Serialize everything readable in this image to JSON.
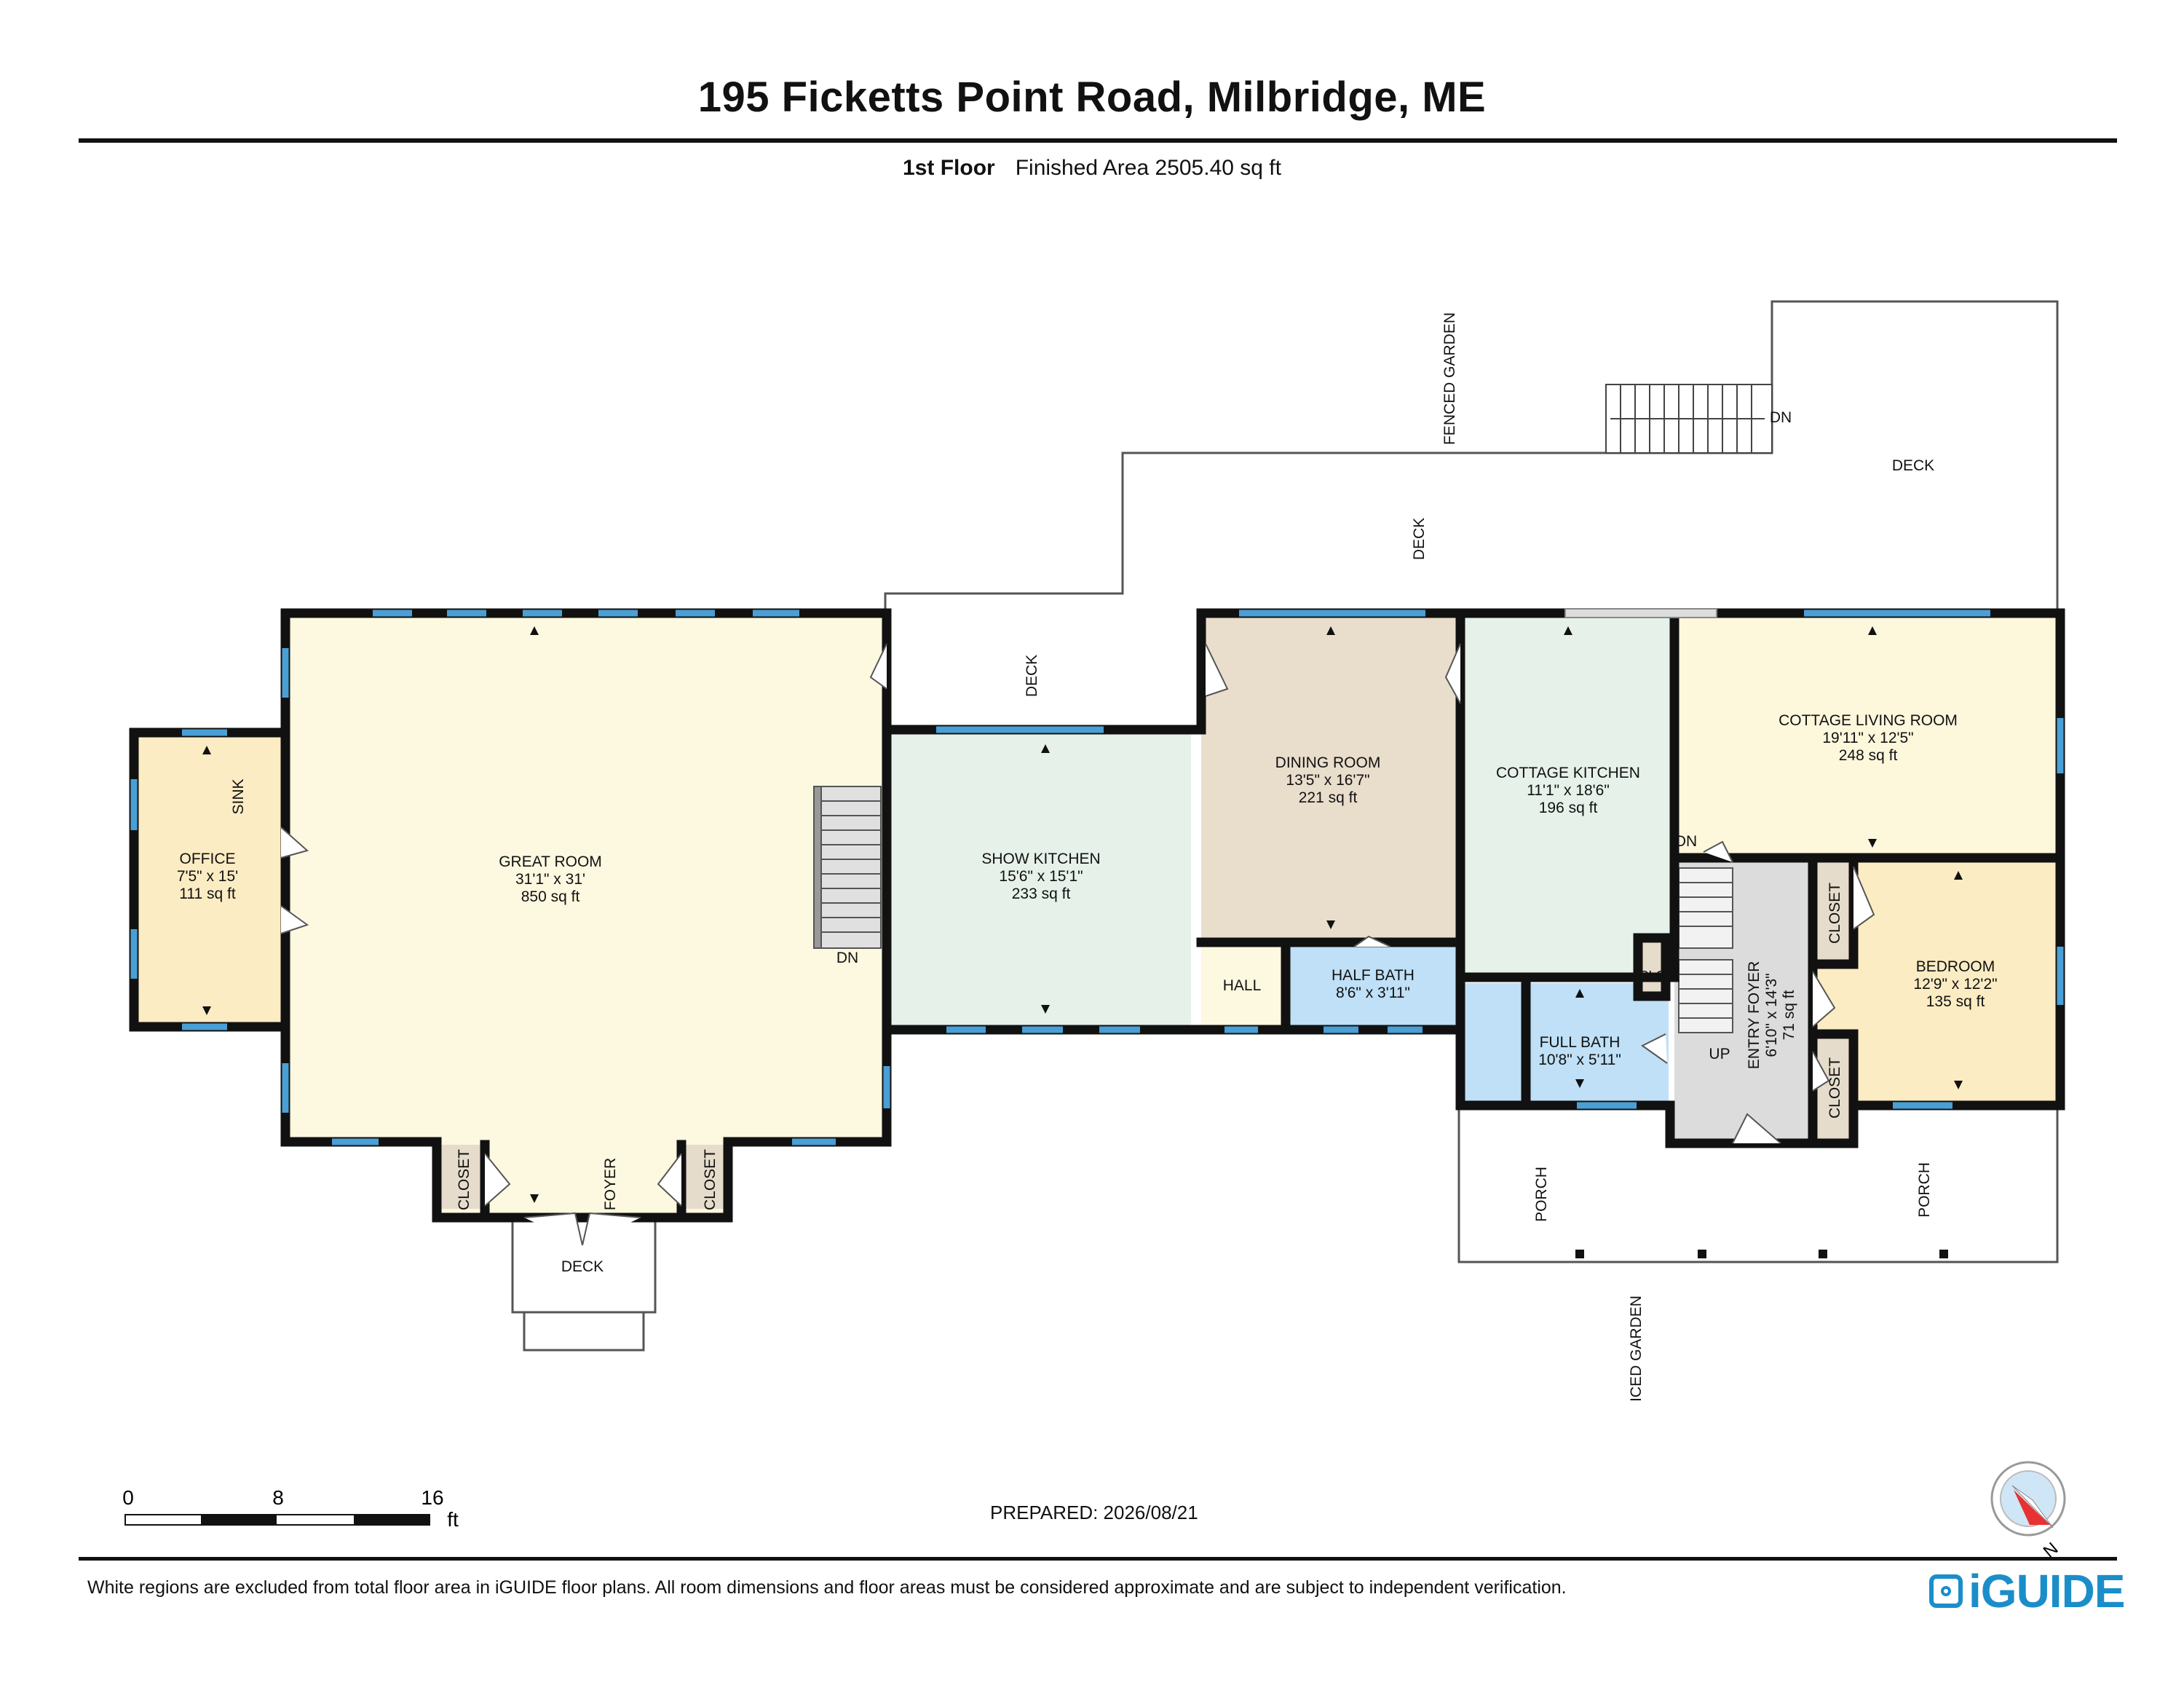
{
  "header": {
    "title": "195 Ficketts Point Road, Milbridge, ME",
    "floor": "1st Floor",
    "area": "Finished Area 2505.40 sq ft"
  },
  "rooms": {
    "office": {
      "name": "OFFICE",
      "dims": "7'5\" x 15'",
      "area": "111 sq ft"
    },
    "great_room": {
      "name": "GREAT ROOM",
      "dims": "31'1\" x 31'",
      "area": "850 sq ft"
    },
    "show_kitchen": {
      "name": "SHOW KITCHEN",
      "dims": "15'6\" x 15'1\"",
      "area": "233 sq ft"
    },
    "dining_room": {
      "name": "DINING ROOM",
      "dims": "13'5\" x 16'7\"",
      "area": "221 sq ft"
    },
    "cottage_kitchen": {
      "name": "COTTAGE KITCHEN",
      "dims": "11'1\" x 18'6\"",
      "area": "196 sq ft"
    },
    "cottage_living": {
      "name": "COTTAGE LIVING ROOM",
      "dims": "19'11\" x 12'5\"",
      "area": "248 sq ft"
    },
    "bedroom": {
      "name": "BEDROOM",
      "dims": "12'9\" x 12'2\"",
      "area": "135 sq ft"
    },
    "half_bath": {
      "name": "HALF BATH",
      "dims": "8'6\" x 3'11\""
    },
    "full_bath": {
      "name": "FULL BATH",
      "dims": "10'8\" x 5'11\""
    },
    "entry_foyer": {
      "name": "ENTRY FOYER",
      "dims": "6'10\" x 14'3\"",
      "area": "71 sq ft"
    },
    "hall": {
      "name": "HALL"
    }
  },
  "labels": {
    "sink": "SINK",
    "closet": "CLOSET",
    "clo": "CLO",
    "foyer": "FOYER",
    "deck": "DECK",
    "dn": "DN",
    "up": "UP",
    "porch": "PORCH",
    "fenced_garden": "FENCED GARDEN",
    "iced_garden": "ICED GARDEN"
  },
  "scale": {
    "t0": "0",
    "t1": "8",
    "t2": "16",
    "unit": "ft"
  },
  "footer": {
    "prepared": "PREPARED: 2026/08/21",
    "disclaimer": "White regions are excluded from total floor area in iGUIDE floor plans. All room dimensions and floor areas must be considered approximate and are subject to independent verification.",
    "logo": "iGUIDE",
    "compass": "N"
  },
  "colors": {
    "wall": "#111111",
    "window": "#4a9fd4",
    "office": "#fcecc3",
    "great_room": "#fdf8e0",
    "show_kitchen": "#e6f1ea",
    "dining_room": "#e9ddcc",
    "cottage_kitchen": "#e6f1ea",
    "cottage_living": "#fdf7dc",
    "bedroom": "#fcecc3",
    "bath": "#bfe0f6",
    "foyer": "#dcdcdc",
    "closet": "#e6dccb",
    "hall": "#fdf8e0",
    "compass_red": "#e63232"
  }
}
